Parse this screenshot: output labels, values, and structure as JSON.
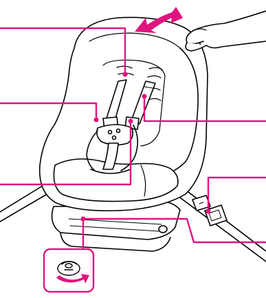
{
  "figure": {
    "kind": "car-seat-installation-illustration",
    "printed_text": [],
    "colors": {
      "line": "#000000",
      "callout": "#e0147e",
      "arrow": "#e0147e",
      "fill": "#ffffff"
    },
    "parts": [
      "car-seat",
      "seat-cover",
      "harness-straps",
      "harness-buckle",
      "seat-base",
      "recline-handle",
      "vehicle-seat-belt",
      "belt-buckle",
      "adult-hand",
      "rotation-arrow",
      "detail-inset"
    ],
    "callouts": [
      {
        "id": "shoulder-strap-slot",
        "side": "left"
      },
      {
        "id": "harness-adjuster",
        "side": "left"
      },
      {
        "id": "crotch-strap",
        "side": "left"
      },
      {
        "id": "shoulder-strap",
        "side": "right"
      },
      {
        "id": "belt-buckle",
        "side": "right"
      },
      {
        "id": "base-recline",
        "side": "right"
      }
    ]
  }
}
